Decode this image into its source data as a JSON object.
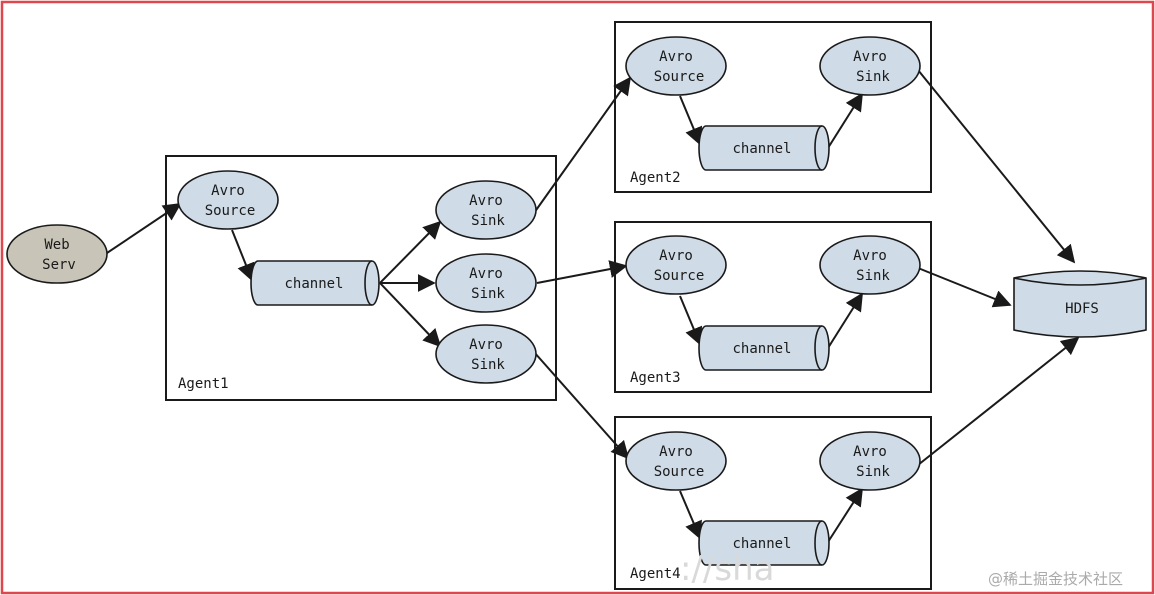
{
  "web_server": {
    "line1": "Web",
    "line2": "Serv"
  },
  "agents": [
    {
      "label": "Agent1"
    },
    {
      "label": "Agent2"
    },
    {
      "label": "Agent3"
    },
    {
      "label": "Agent4"
    }
  ],
  "agent1": {
    "source": {
      "line1": "Avro",
      "line2": "Source"
    },
    "channel": "channel",
    "sinks": [
      {
        "line1": "Avro",
        "line2": "Sink"
      },
      {
        "line1": "Avro",
        "line2": "Sink"
      },
      {
        "line1": "Avro",
        "line2": "Sink"
      }
    ]
  },
  "downstream": [
    {
      "source": {
        "line1": "Avro",
        "line2": "Source"
      },
      "channel": "channel",
      "sink": {
        "line1": "Avro",
        "line2": "Sink"
      }
    },
    {
      "source": {
        "line1": "Avro",
        "line2": "Source"
      },
      "channel": "channel",
      "sink": {
        "line1": "Avro",
        "line2": "Sink"
      }
    },
    {
      "source": {
        "line1": "Avro",
        "line2": "Source"
      },
      "channel": "channel",
      "sink": {
        "line1": "Avro",
        "line2": "Sink"
      }
    }
  ],
  "hdfs": {
    "label": "HDFS"
  },
  "watermark": {
    "text": "@稀土掘金技术社区",
    "overlay": "://sha"
  },
  "colors": {
    "frame_border": "#e0474c",
    "node_fill": "#cfdbe6",
    "web_fill": "#c8c4b8"
  }
}
